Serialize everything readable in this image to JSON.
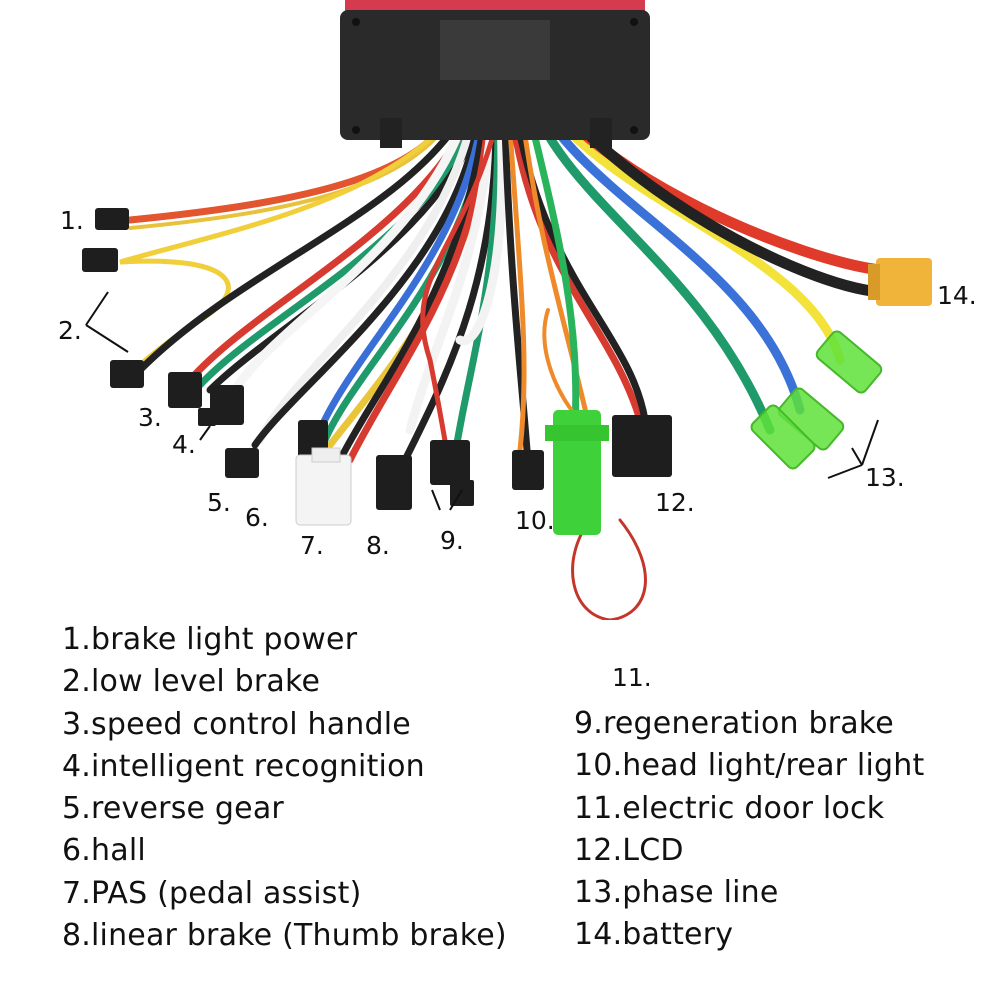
{
  "callouts": [
    "1.",
    "2.",
    "3.",
    "4.",
    "5.",
    "6.",
    "7.",
    "8.",
    "9.",
    "10.",
    "11.",
    "12.",
    "13.",
    "14."
  ],
  "legend_left": [
    "1.brake light power",
    "2.low level brake",
    "3.speed control handle",
    "4.intelligent recognition",
    "5.reverse gear",
    "6.hall",
    "7.PAS (pedal assist)",
    "8.linear brake  (Thumb brake)"
  ],
  "legend_right": [
    "9.regeneration brake",
    "10.head light/rear light",
    "11.electric door lock",
    "12.LCD",
    "13.phase line",
    "14.battery"
  ],
  "colors": {
    "controller_body": "#d63a4f",
    "controller_plate": "#2a2a2a",
    "battery_connector": "#f0b43a",
    "phase_connector": "#5ee23a",
    "door_lock_connector": "#3fd13a"
  }
}
